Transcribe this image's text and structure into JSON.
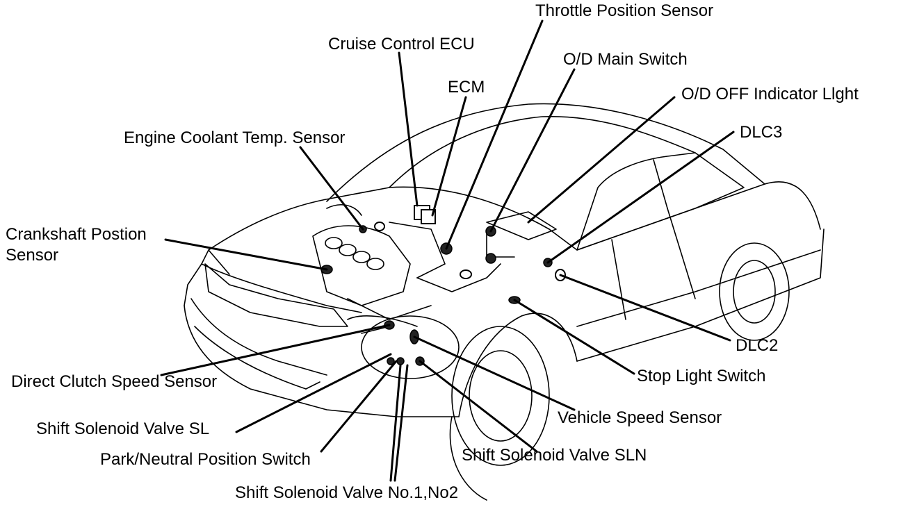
{
  "labels": {
    "throttle_position_sensor": "Throttle Position Sensor",
    "cruise_control_ecu": "Cruise Control ECU",
    "od_main_switch": "O/D Main Switch",
    "ecm": "ECM",
    "od_off_indicator_light": "O/D OFF Indicator Llght",
    "dlc3": "DLC3",
    "engine_coolant_temp_sensor": "Engine Coolant Temp. Sensor",
    "crankshaft_position_sensor_line1": "Crankshaft Postion",
    "crankshaft_position_sensor_line2": "Sensor",
    "dlc2": "DLC2",
    "stop_light_switch": "Stop Light Switch",
    "direct_clutch_speed_sensor": "Direct Clutch Speed Sensor",
    "vehicle_speed_sensor": "Vehicle Speed Sensor",
    "shift_solenoid_valve_sl": "Shift Solenoid Valve SL",
    "shift_solenoid_valve_sln": "Shift Solenoid Valve SLN",
    "park_neutral_position_switch": "Park/Neutral Position Switch",
    "shift_solenoid_valve_no1_no2": "Shift Solenoid Valve No.1,No2"
  },
  "colors": {
    "ink": "#000000",
    "paper": "#ffffff"
  }
}
